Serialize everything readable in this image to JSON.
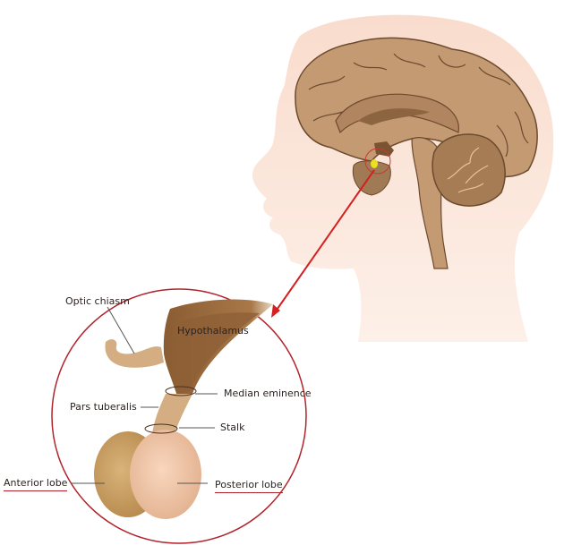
{
  "diagram": {
    "subject": "Pituitary gland",
    "colors": {
      "skin": "#f9dccd",
      "brain": "#c49a72",
      "brain_outline": "#6b4a2e",
      "brain_dark": "#8c6440",
      "hypothalamus": "#9a6a3e",
      "anterior_lobe": "#c9a064",
      "posterior_lobe": "#f2c8a8",
      "stalk": "#d4ad83",
      "callout_circle": "#b0232a",
      "arrow": "#d42020",
      "pituitary_highlight": "#e8e020",
      "label_text": "#2a2320",
      "leader_line": "#555555"
    },
    "labels": {
      "optic_chiasm": "Optic chiasm",
      "hypothalamus": "Hypothalamus",
      "median_eminence": "Median eminence",
      "pars_tuberalis": "Pars tuberalis",
      "stalk": "Stalk",
      "anterior_lobe": "Anterior lobe",
      "posterior_lobe": "Posterior lobe"
    }
  }
}
